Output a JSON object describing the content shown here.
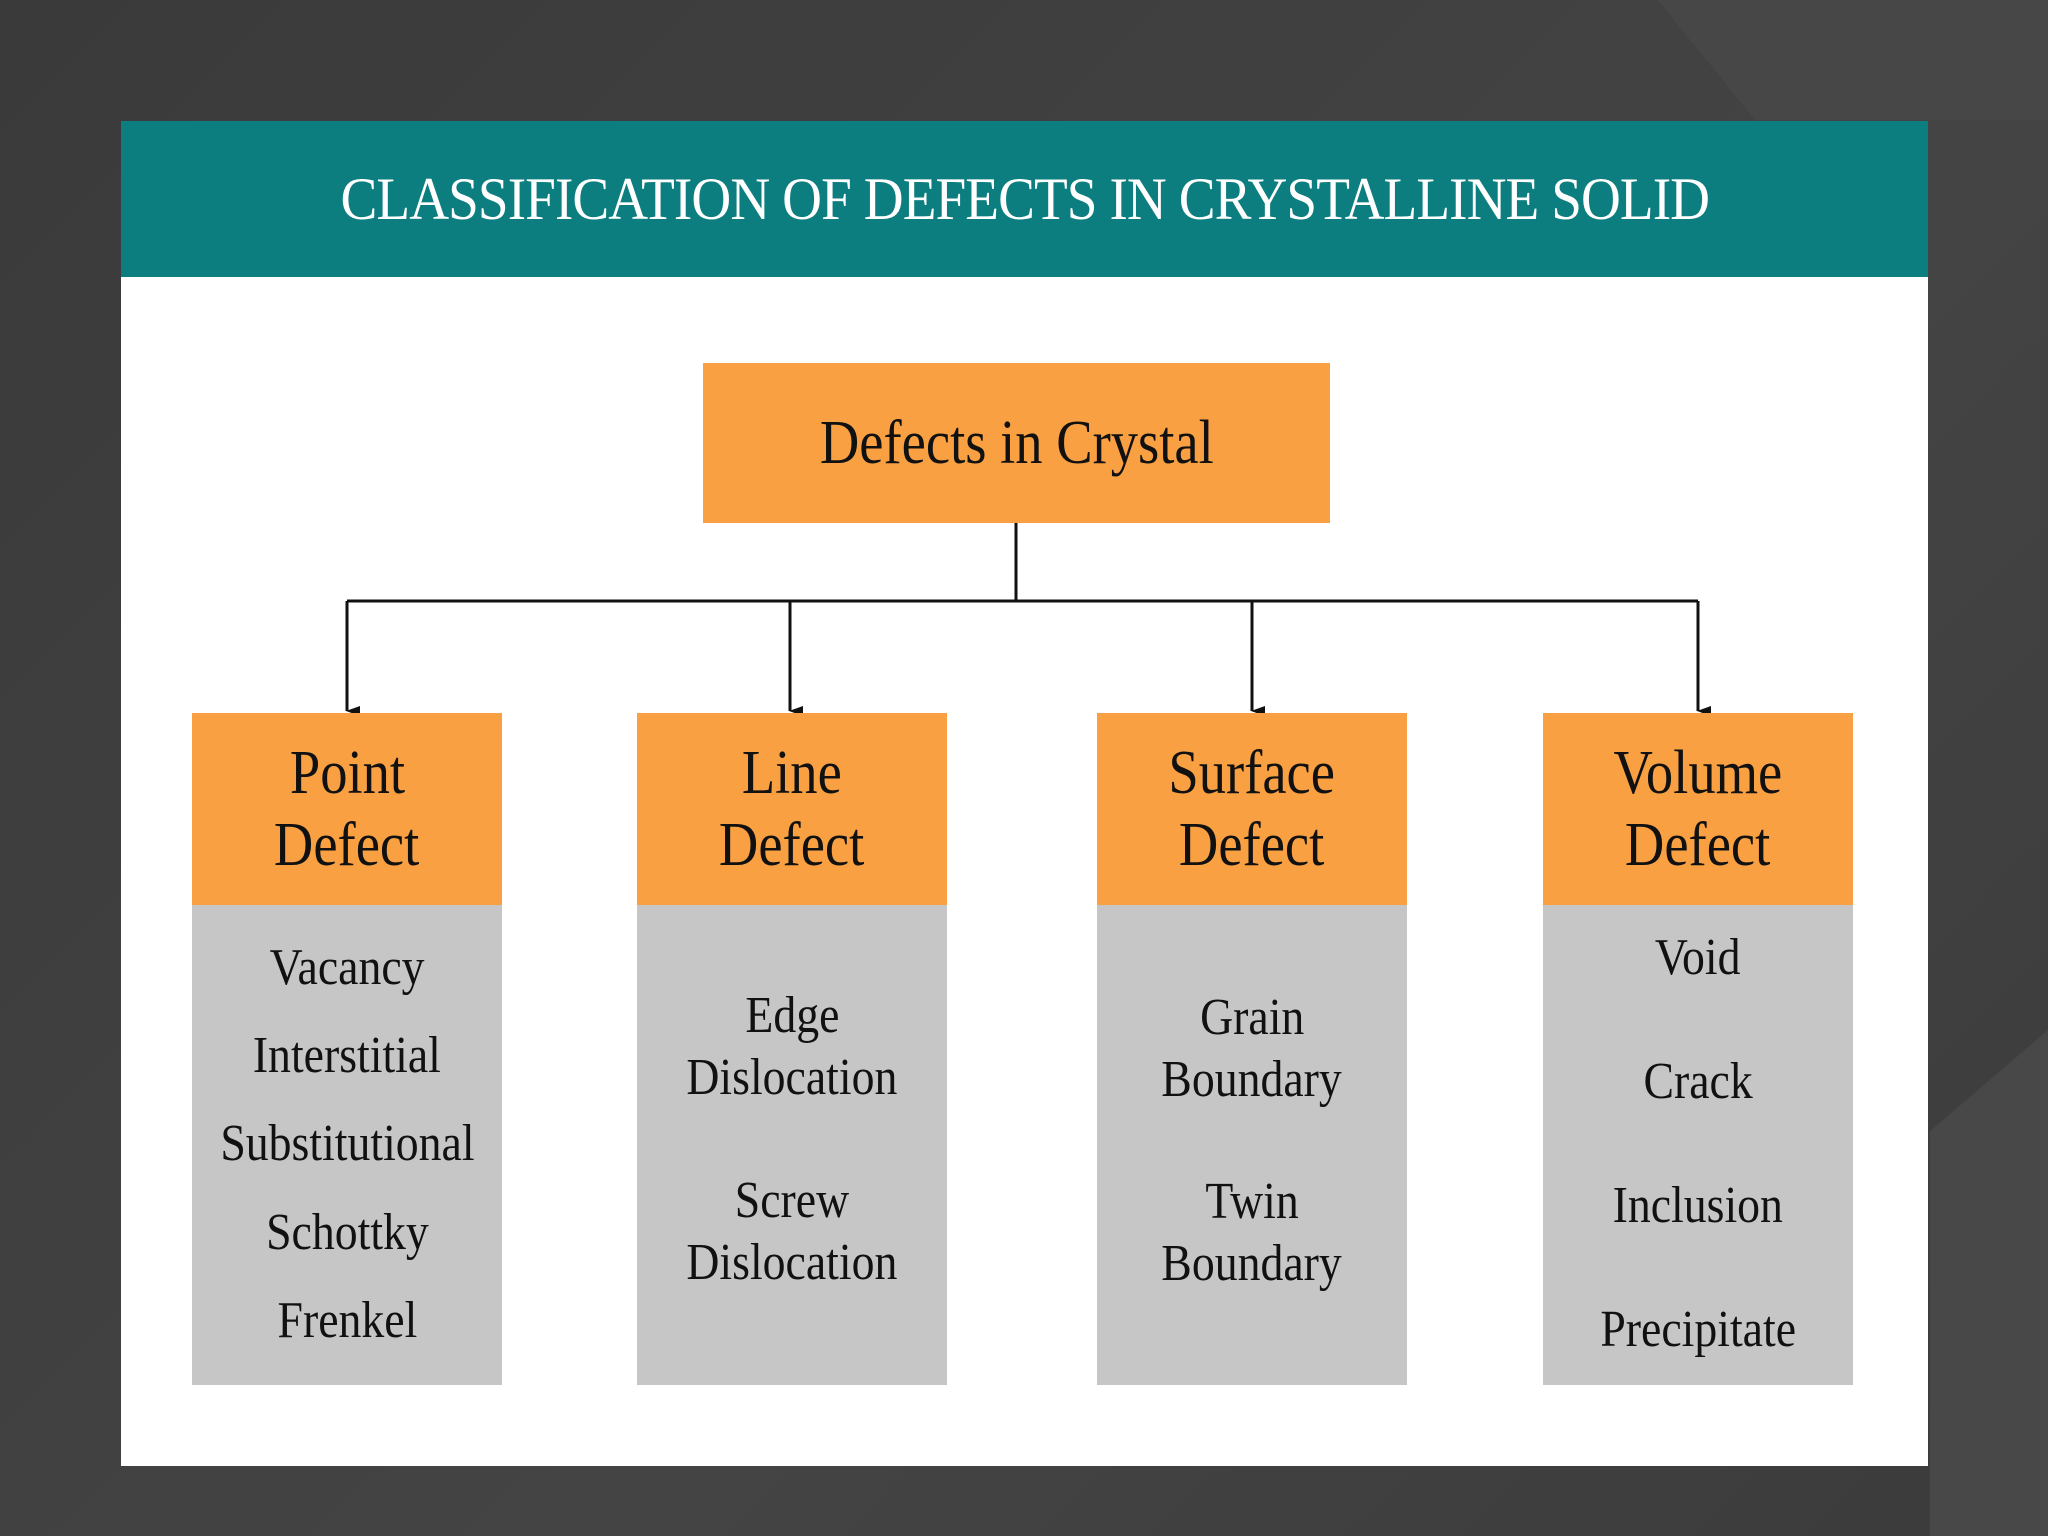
{
  "slide": {
    "title": "CLASSIFICATION OF DEFECTS IN CRYSTALLINE SOLID"
  },
  "diagram": {
    "root": "Defects in Crystal",
    "categories": [
      {
        "heading_line1": "Point",
        "heading_line2": "Defect",
        "items": [
          "Vacancy",
          "Interstitial",
          "Substitutional",
          "Schottky",
          "Frenkel"
        ]
      },
      {
        "heading_line1": "Line",
        "heading_line2": "Defect",
        "items": [
          "Edge",
          "Dislocation",
          "Screw",
          "Dislocation"
        ]
      },
      {
        "heading_line1": "Surface",
        "heading_line2": "Defect",
        "items": [
          "Grain",
          "Boundary",
          "Twin",
          "Boundary"
        ]
      },
      {
        "heading_line1": "Volume",
        "heading_line2": "Defect",
        "items": [
          "Void",
          "Crack",
          "Inclusion",
          "Precipitate"
        ]
      }
    ]
  },
  "colors": {
    "header_band": "#0d7e80",
    "box_orange": "#f9a043",
    "box_gray": "#c6c6c6",
    "background": "#3d3d3d"
  }
}
